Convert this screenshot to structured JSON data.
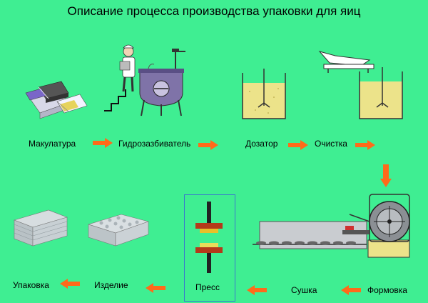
{
  "title": "Описание процесса производства упаковки для яиц",
  "steps": {
    "waste_paper": "Макулатура",
    "hydropulper": "Гидрозазбиватель",
    "doser": "Дозатор",
    "cleaning": "Очистка",
    "forming": "Формовка",
    "drying": "Сушка",
    "press": "Пресс",
    "product": "Изделие",
    "packing": "Упаковка"
  },
  "colors": {
    "background": "#3fee92",
    "arrow": "#ff6a1a",
    "tank_liquid": "#ece38a",
    "press_frame": "#3a7acb"
  }
}
